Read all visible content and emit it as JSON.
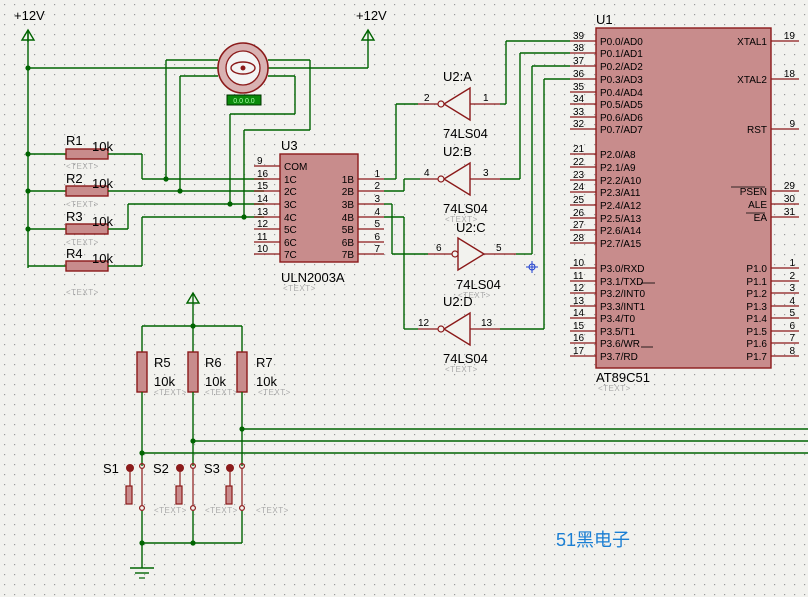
{
  "power": {
    "vcc_left": "+12V",
    "vcc_right": "+12V"
  },
  "motor": {
    "readout": "0.0 0.0"
  },
  "resistors": [
    {
      "ref": "R1",
      "value": "10k"
    },
    {
      "ref": "R2",
      "value": "10k"
    },
    {
      "ref": "R3",
      "value": "10k"
    },
    {
      "ref": "R4",
      "value": "10k"
    },
    {
      "ref": "R5",
      "value": "10k"
    },
    {
      "ref": "R6",
      "value": "10k"
    },
    {
      "ref": "R7",
      "value": "10k"
    }
  ],
  "placeholder": "<TEXT>",
  "uln": {
    "ref": "U3",
    "part": "ULN2003A",
    "left_pins": [
      {
        "num": "9",
        "name": "COM"
      },
      {
        "num": "16",
        "name": "1C"
      },
      {
        "num": "15",
        "name": "2C"
      },
      {
        "num": "14",
        "name": "3C"
      },
      {
        "num": "13",
        "name": "4C"
      },
      {
        "num": "12",
        "name": "5C"
      },
      {
        "num": "11",
        "name": "6C"
      },
      {
        "num": "10",
        "name": "7C"
      }
    ],
    "right_pins": [
      {
        "num": "1",
        "name": "1B"
      },
      {
        "num": "2",
        "name": "2B"
      },
      {
        "num": "3",
        "name": "3B"
      },
      {
        "num": "4",
        "name": "4B"
      },
      {
        "num": "5",
        "name": "5B"
      },
      {
        "num": "6",
        "name": "6B"
      },
      {
        "num": "7",
        "name": "7B"
      }
    ]
  },
  "inverters": [
    {
      "ref": "U2:A",
      "part": "74LS04",
      "in_pin": "2",
      "out_pin": "1"
    },
    {
      "ref": "U2:B",
      "part": "74LS04",
      "in_pin": "4",
      "out_pin": "3"
    },
    {
      "ref": "U2:C",
      "part": "74LS04",
      "in_pin": "6",
      "out_pin": "5"
    },
    {
      "ref": "U2:D",
      "part": "74LS04",
      "in_pin": "12",
      "out_pin": "13"
    }
  ],
  "mcu": {
    "ref": "U1",
    "part": "AT89C51",
    "left_pins": [
      {
        "num": "39",
        "name": "P0.0/AD0"
      },
      {
        "num": "38",
        "name": "P0.1/AD1"
      },
      {
        "num": "37",
        "name": "P0.2/AD2"
      },
      {
        "num": "36",
        "name": "P0.3/AD3"
      },
      {
        "num": "35",
        "name": "P0.4/AD4"
      },
      {
        "num": "34",
        "name": "P0.5/AD5"
      },
      {
        "num": "33",
        "name": "P0.6/AD6"
      },
      {
        "num": "32",
        "name": "P0.7/AD7"
      },
      {
        "num": "21",
        "name": "P2.0/A8"
      },
      {
        "num": "22",
        "name": "P2.1/A9"
      },
      {
        "num": "23",
        "name": "P2.2/A10"
      },
      {
        "num": "24",
        "name": "P2.3/A11"
      },
      {
        "num": "25",
        "name": "P2.4/A12"
      },
      {
        "num": "26",
        "name": "P2.5/A13"
      },
      {
        "num": "27",
        "name": "P2.6/A14"
      },
      {
        "num": "28",
        "name": "P2.7/A15"
      },
      {
        "num": "10",
        "name": "P3.0/RXD"
      },
      {
        "num": "11",
        "name": "P3.1/TXD"
      },
      {
        "num": "12",
        "name": "P3.2/INT0"
      },
      {
        "num": "13",
        "name": "P3.3/INT1"
      },
      {
        "num": "14",
        "name": "P3.4/T0"
      },
      {
        "num": "15",
        "name": "P3.5/T1"
      },
      {
        "num": "16",
        "name": "P3.6/WR"
      },
      {
        "num": "17",
        "name": "P3.7/RD"
      }
    ],
    "right_pins": [
      {
        "num": "19",
        "name": "XTAL1"
      },
      {
        "num": "18",
        "name": "XTAL2"
      },
      {
        "num": "9",
        "name": "RST"
      },
      {
        "num": "29",
        "name": "PSEN"
      },
      {
        "num": "30",
        "name": "ALE"
      },
      {
        "num": "31",
        "name": "EA"
      },
      {
        "num": "1",
        "name": "P1.0"
      },
      {
        "num": "2",
        "name": "P1.1"
      },
      {
        "num": "3",
        "name": "P1.2"
      },
      {
        "num": "4",
        "name": "P1.3"
      },
      {
        "num": "5",
        "name": "P1.4"
      },
      {
        "num": "6",
        "name": "P1.5"
      },
      {
        "num": "7",
        "name": "P1.6"
      },
      {
        "num": "8",
        "name": "P1.7"
      }
    ]
  },
  "switches": [
    {
      "ref": "S1"
    },
    {
      "ref": "S2"
    },
    {
      "ref": "S3"
    }
  ],
  "watermark": "51黑电子",
  "colors": {
    "wire": "#006400",
    "component_body": "#c88c8c",
    "component_border": "#8b1a1a",
    "background": "#f2f2ee",
    "grid_dot": "#9a9a9a",
    "watermark": "#1a7fd4"
  }
}
